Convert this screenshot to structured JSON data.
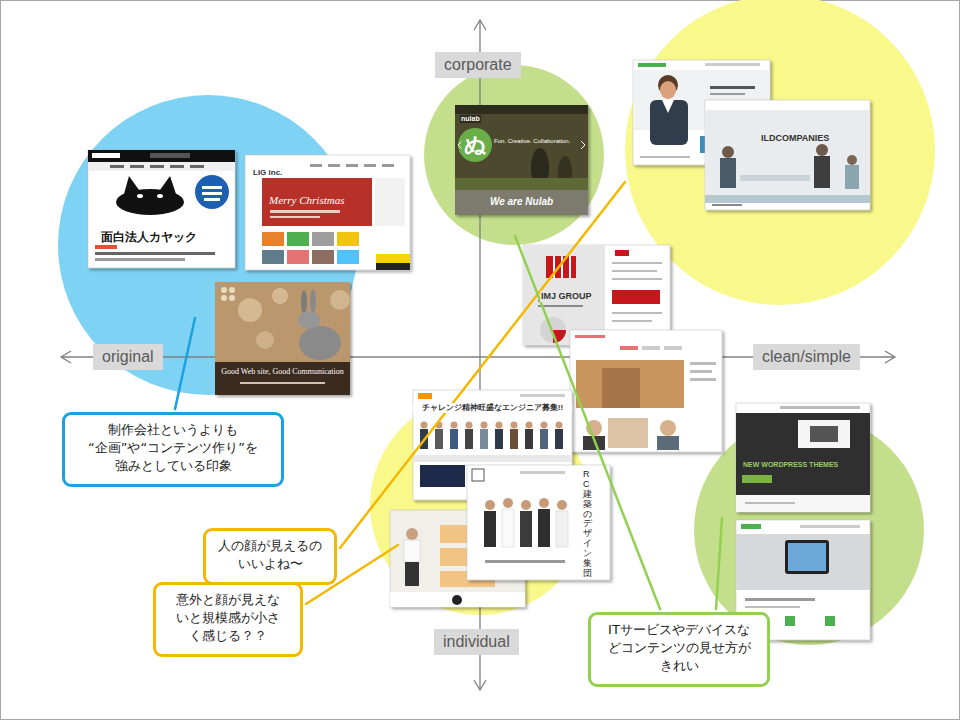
{
  "diagram": {
    "nodes": [
      {
        "text": [
          "corporate"
        ]
      },
      {
        "text": [
          "original"
        ]
      },
      {
        "text": [
          "clean/simple"
        ]
      },
      {
        "text": [
          "individual"
        ]
      },
      {
        "text": [
          "制作会社というよりも “企画”や“コンテンツ作り”を 強みとしている印象"
        ]
      },
      {
        "text": [
          "人の顔が見えるの いいよね〜"
        ]
      },
      {
        "text": [
          "意外と顔が見えな いと規模感が小さ く感じる？？"
        ]
      },
      {
        "text": [
          "ITサービスやデバイスな どコンテンツの見せ方が きれい"
        ]
      }
    ],
    "labels": [
      "nulab",
      "ILDCOMPANIES",
      "Fun. Creative. Collaboration.",
      "ぬ",
      "LIG inc.",
      "Merry Christmas",
      "We are Nulab",
      "面白法人カヤック",
      "IMJ GROUP",
      "Good Web site, Good Communication",
      "チャレンジ精神旺盛なエンジニア募集!!",
      "NEW WORDPRESS THEMES",
      "RC建築のデザイン集団"
    ]
  }
}
